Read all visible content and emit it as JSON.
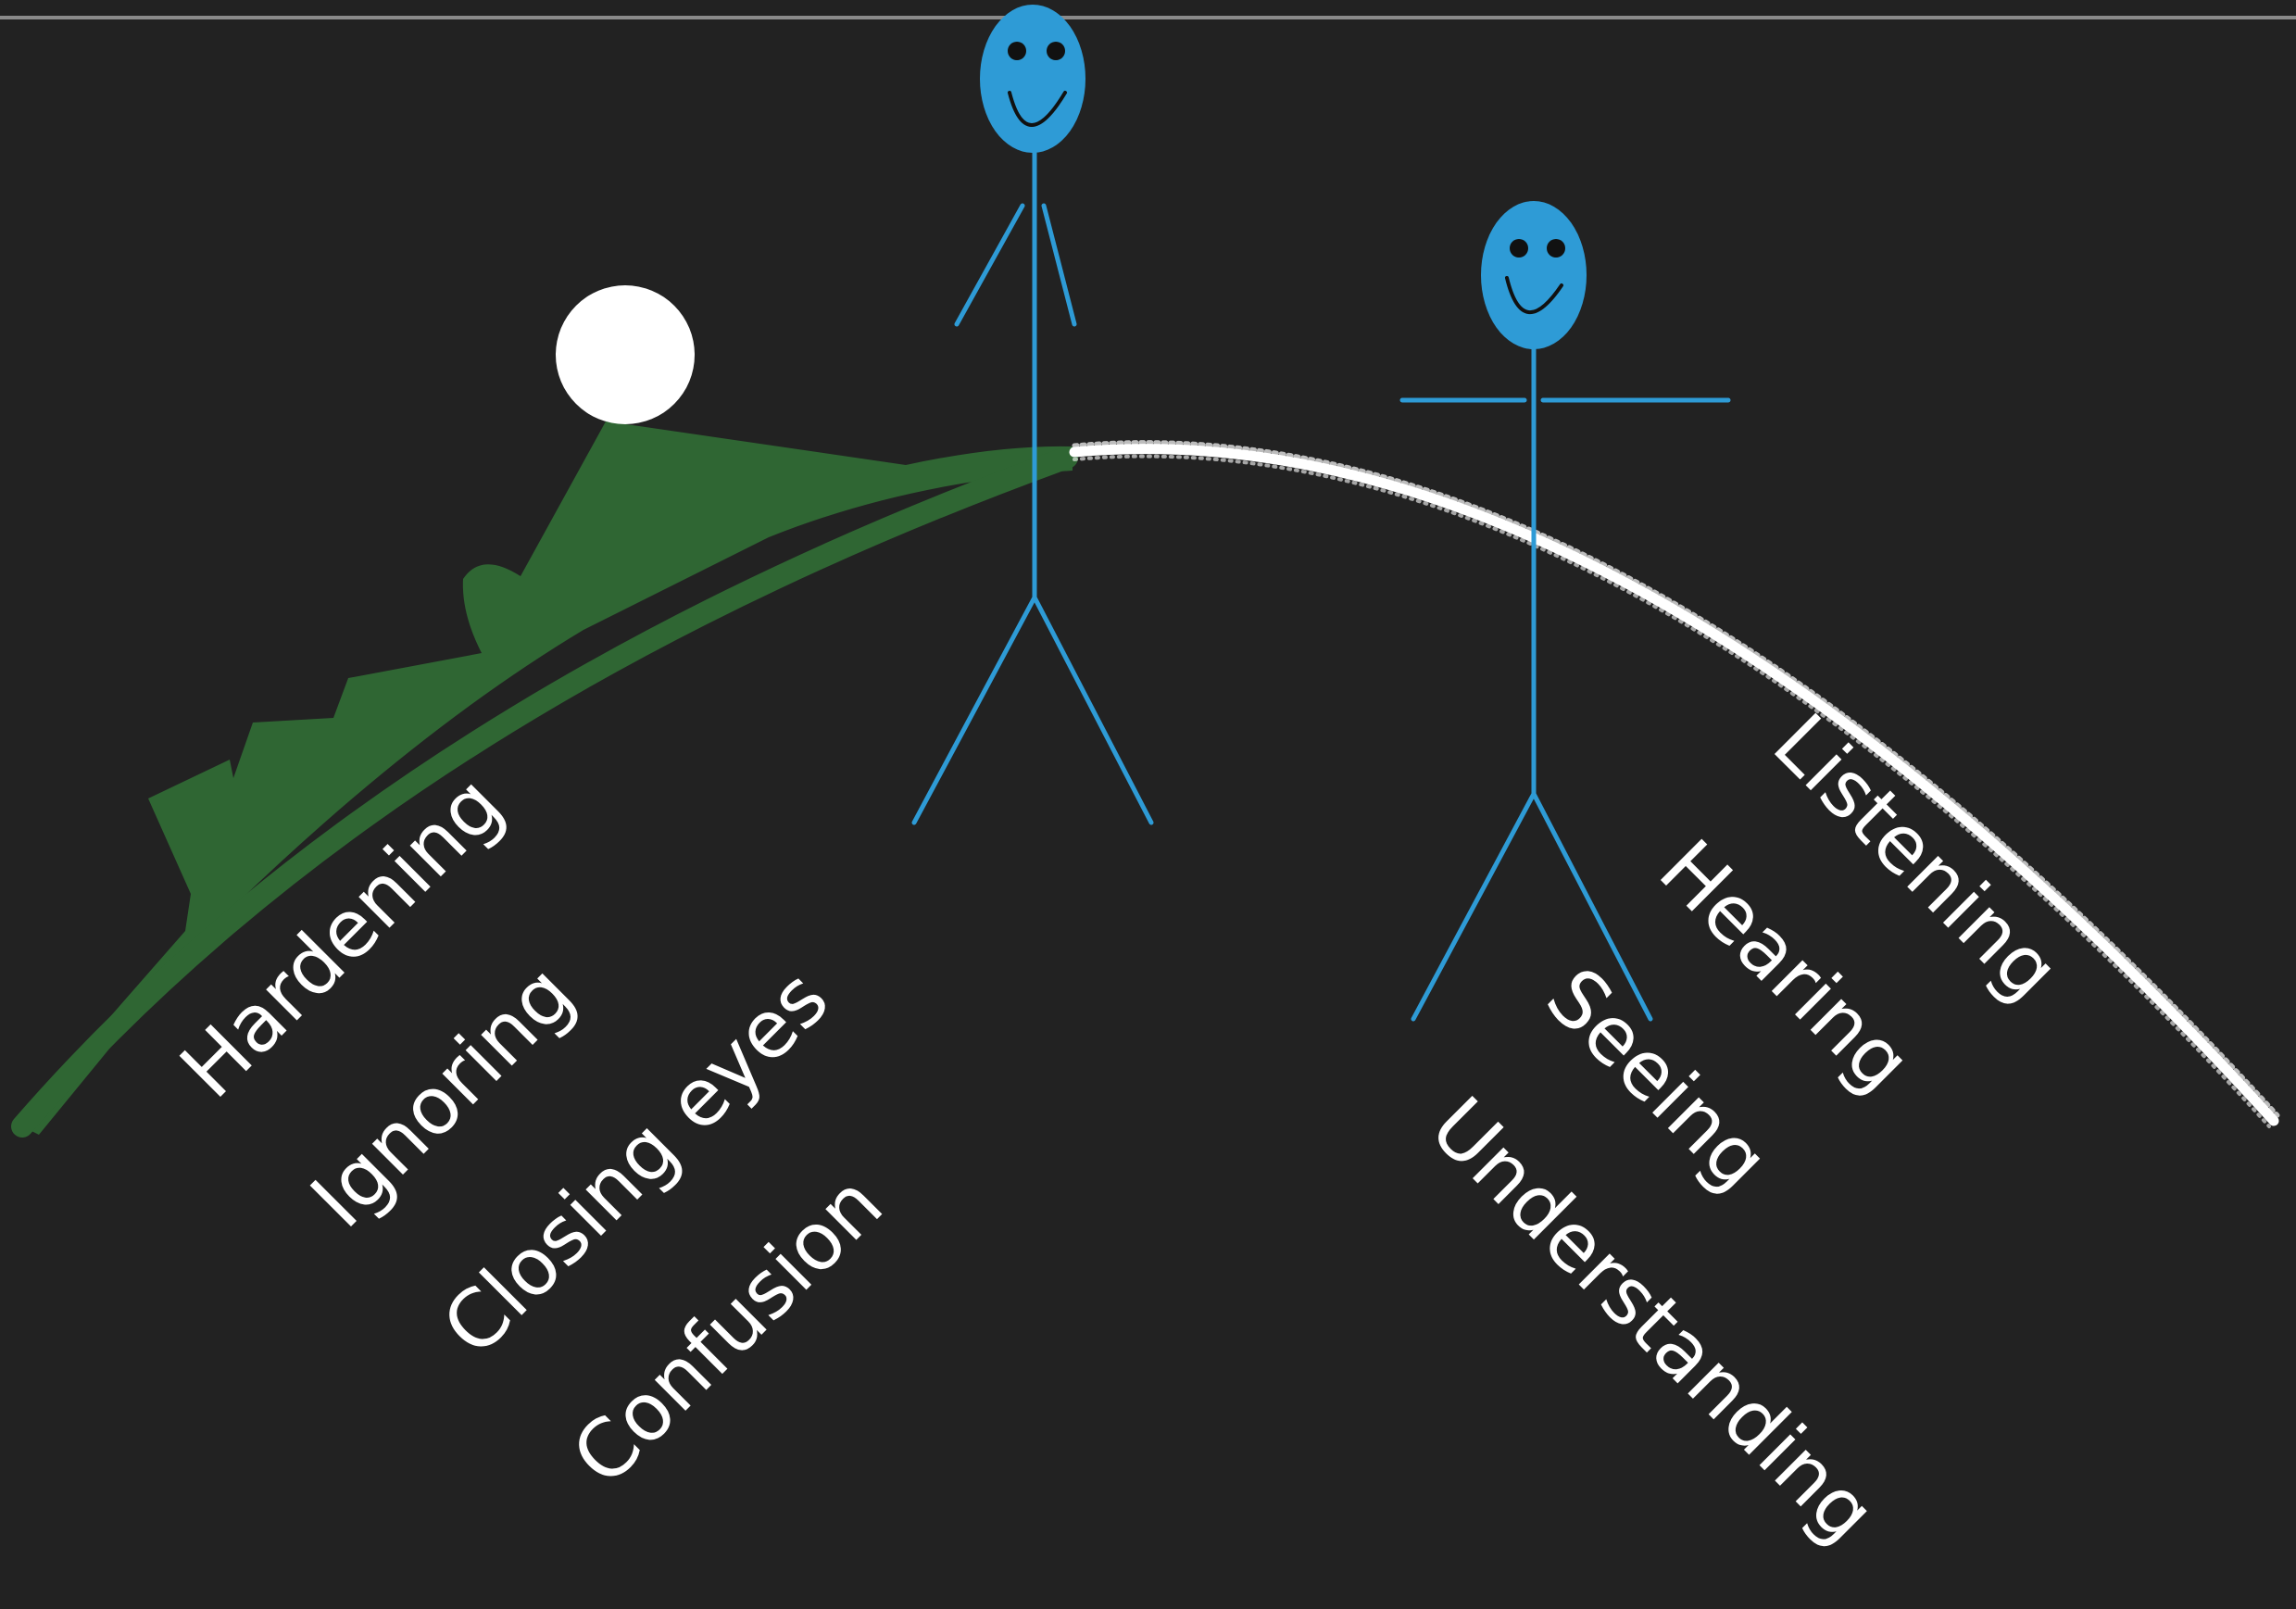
{
  "colors": {
    "background": "#222222",
    "figure": "#2e9bd6",
    "hill": "#2f6633",
    "ball": "#ffffff",
    "chalk_path": "#ffffff",
    "text": "#ffffff"
  },
  "left_labels": [
    "Hardening",
    "Ignoring",
    "Closing eyes",
    "Confusion"
  ],
  "right_labels": [
    "Listening",
    "Hearing",
    "Seeing",
    "Understanding"
  ]
}
